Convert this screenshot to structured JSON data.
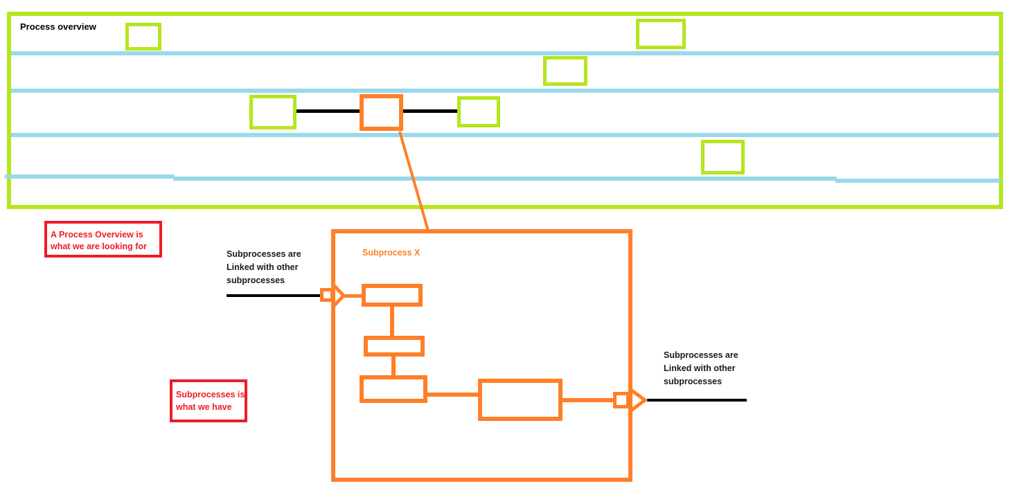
{
  "overview": {
    "title": "Process overview",
    "lane_count": 5,
    "step_box_count": 6
  },
  "subprocess": {
    "title": "Subprocess X",
    "step_box_count": 4
  },
  "notes": {
    "overview_note": {
      "lines": [
        "A Process Overview is",
        "what we are looking for"
      ]
    },
    "subprocess_note": {
      "lines": [
        "Subprocesses is,",
        "what we have"
      ]
    },
    "link_note_left": {
      "lines": [
        "Subprocesses are",
        "Linked with other",
        "subprocesses"
      ]
    },
    "link_note_right": {
      "lines": [
        "Subprocesses are",
        "Linked with other",
        "subprocesses"
      ]
    }
  },
  "colors": {
    "lime": "#B5E61D",
    "turquoise": "#99D9EA",
    "orange": "#FF7F27",
    "red": "#ED1C24",
    "black": "#000000",
    "background": "#FFFFFF"
  },
  "icons": {
    "entry_arrowhead": "right-chevron",
    "exit_arrowhead": "right-chevron"
  }
}
